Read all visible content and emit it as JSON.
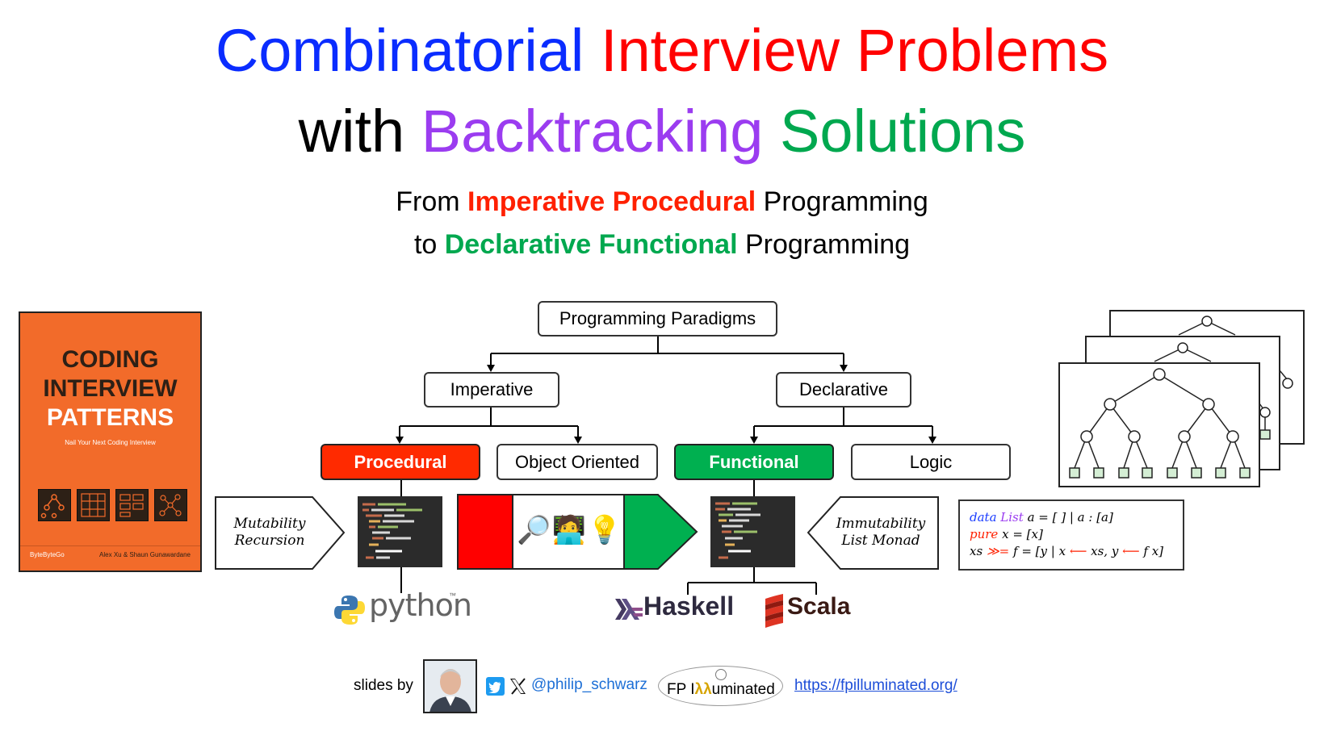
{
  "title": {
    "line1_part1": "Combinatorial",
    "line1_part2": "Interview Problems",
    "line2_part1": "with",
    "line2_part2": "Backtracking",
    "line2_part3": "Solutions"
  },
  "subtitle": {
    "line1_pre": "From",
    "line1_em": "Imperative Procedural",
    "line1_post": "Programming",
    "line2_pre": "to",
    "line2_em": "Declarative Functional",
    "line2_post": "Programming"
  },
  "colors": {
    "blue": "#0a2cff",
    "red": "#ff0000",
    "purple": "#9b3cf0",
    "green": "#00a84f",
    "orange": "#f26b2a"
  },
  "tree": {
    "root": "Programming Paradigms",
    "imperative": "Imperative",
    "declarative": "Declarative",
    "procedural": "Procedural",
    "object_oriented": "Object Oriented",
    "functional": "Functional",
    "logic": "Logic"
  },
  "left_pentagon": {
    "line1": "Mutability",
    "line2": "Recursion"
  },
  "right_pentagon": {
    "line1": "Immutability",
    "line2": "List Monad"
  },
  "transition_icons": {
    "icon1": "🔎",
    "icon2": "🧑‍💻",
    "icon3": "💡"
  },
  "book": {
    "line1": "CODING",
    "line2": "INTERVIEW",
    "line3": "PATTERNS",
    "tagline": "Nail Your Next Coding Interview",
    "publisher": "ByteByteGo",
    "authors": "Alex Xu & Shaun Gunawardane"
  },
  "haskell_code": {
    "l1_kw": "data",
    "l1_type": "List",
    "l1_rest": "a = [ ]  | a : [a]",
    "l2_kw": "pure",
    "l2_rest": "x = [x]",
    "l3_pre": "xs",
    "l3_op": "≫=",
    "l3_mid": "f = [y | x",
    "l3_arrow1": "⟵",
    "l3_mid2": "xs, y",
    "l3_arrow2": "⟵",
    "l3_post": "f x]"
  },
  "languages": {
    "python": "python",
    "haskell": "Haskell",
    "scala": "Scala"
  },
  "footer": {
    "slides_by": "slides by",
    "handle": "@philip_schwarz",
    "logo_text": "FP I",
    "logo_text2": "uminated",
    "url": "https://fpilluminated.org/"
  }
}
